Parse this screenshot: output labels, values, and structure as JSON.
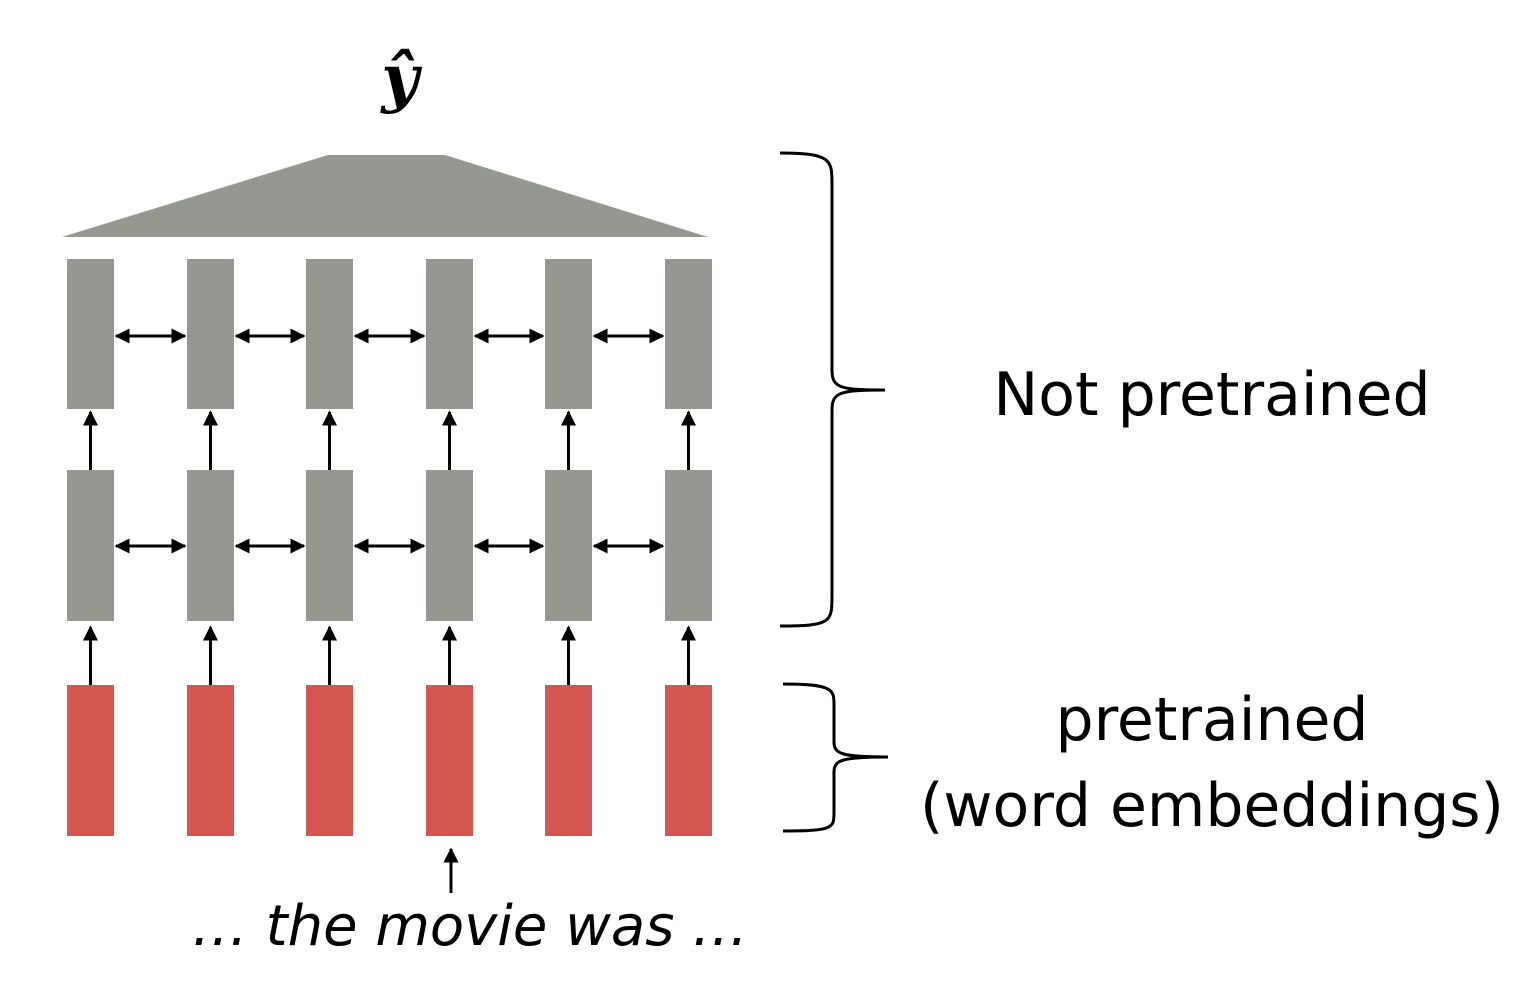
{
  "output_label": "ŷ",
  "not_pretrained_label": "Not pretrained",
  "pretrained_label_line1": "pretrained",
  "pretrained_label_line2": "(word embeddings)",
  "input_sentence": "… the movie was …",
  "colors": {
    "hidden_layer": "#949890",
    "embedding_layer": "#d35650",
    "pooling": "#949890",
    "line": "#000000"
  },
  "structure": {
    "tokens": 6,
    "hidden_layers": 2,
    "embedding_layers": 1,
    "bidirectional": true
  }
}
